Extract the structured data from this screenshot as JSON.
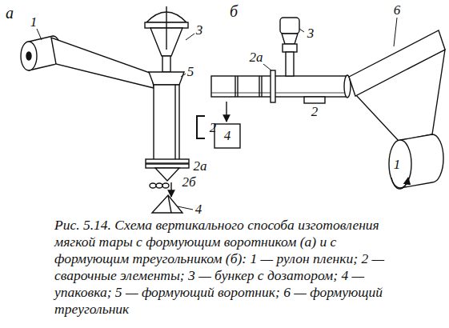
{
  "diagram": {
    "caption": "Рис. 5.14. Схема вертикального способа изготовления мягкой тары с формующим воротником (а) и с формующим треугольником (б): 1 — рулон пленки; 2 — сварочные элементы; 3 — бункер с дозатором; 4 — упаковка; 5 — формующий воротник; 6 — формующий треугольник",
    "labels": [
      "а",
      "1",
      "3",
      "5",
      "2",
      "2а",
      "2б",
      "4",
      "б",
      "6",
      "3",
      "2а",
      "2",
      "4",
      "1"
    ]
  }
}
